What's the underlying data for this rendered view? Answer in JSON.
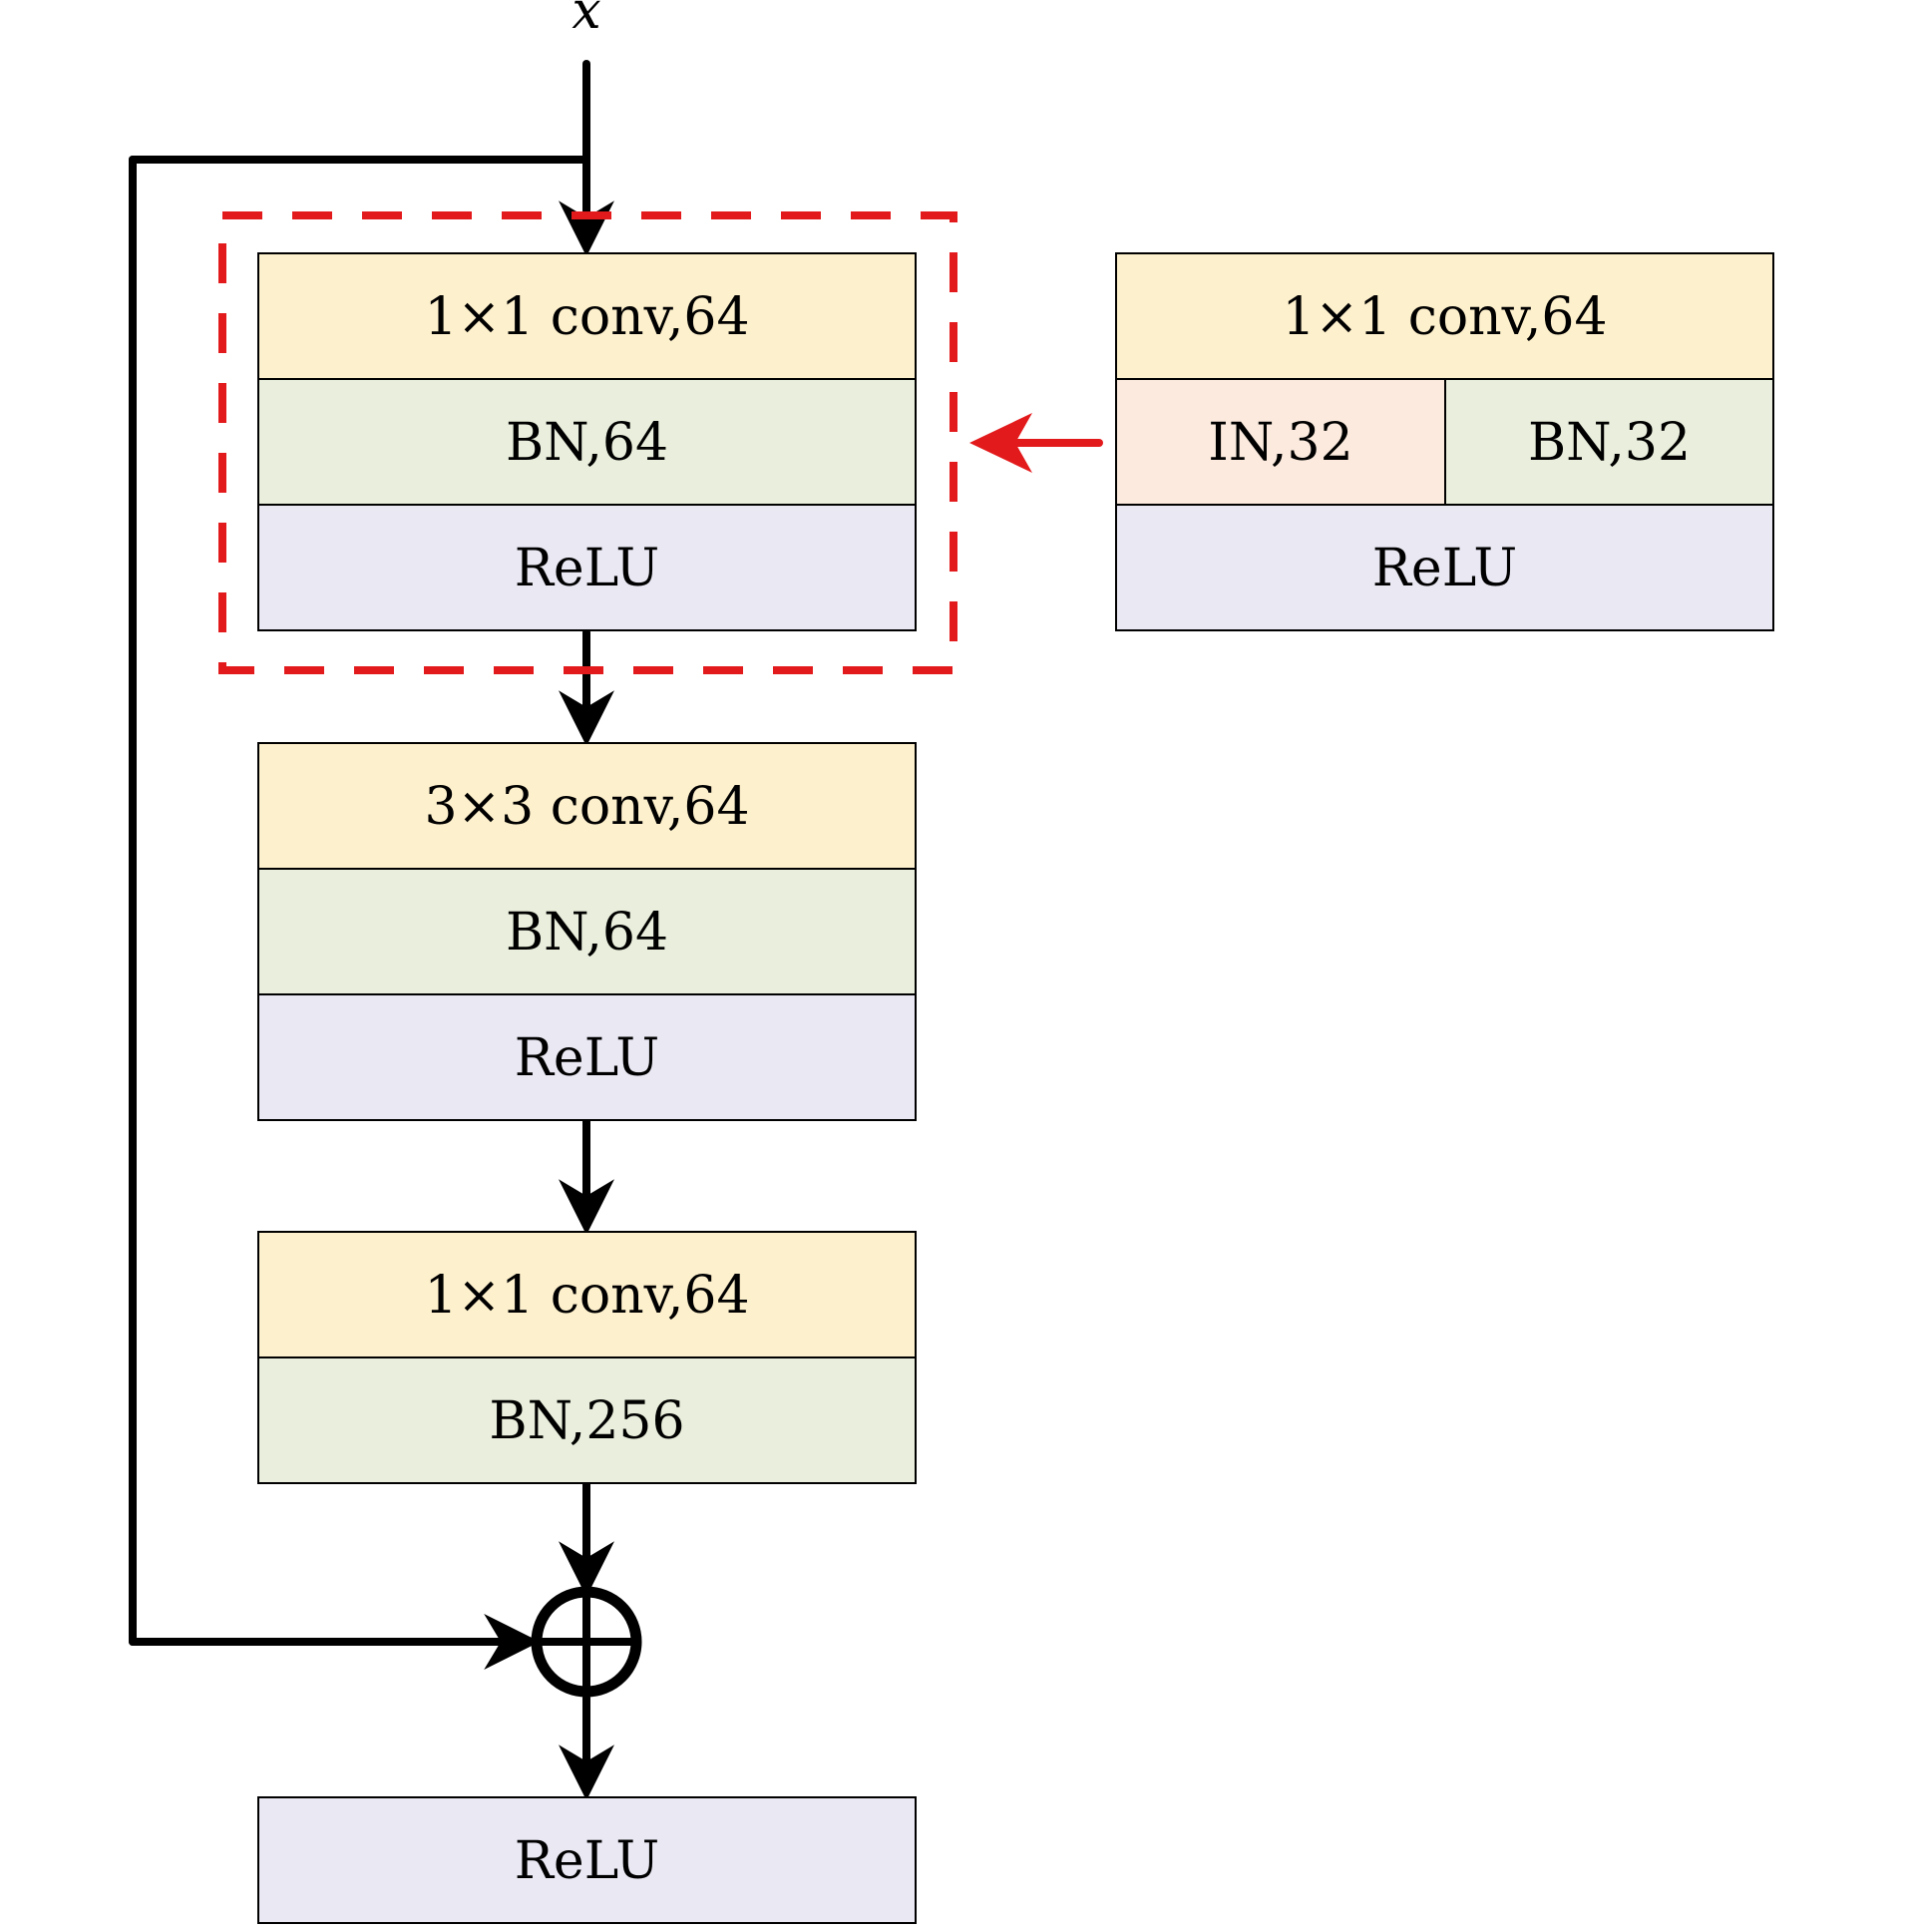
{
  "input_label": "x",
  "colors": {
    "conv": "#fdf0cc",
    "bn": "#e9efdc",
    "relu": "#e9e8f3",
    "in": "#fbeadd",
    "highlight": "#e31a1c",
    "line": "#000000"
  },
  "main_blocks": [
    {
      "layers": [
        {
          "type": "conv",
          "label": "1×1 conv,64"
        },
        {
          "type": "bn",
          "label": "BN,64"
        },
        {
          "type": "relu",
          "label": "ReLU"
        }
      ]
    },
    {
      "layers": [
        {
          "type": "conv",
          "label": "3×3 conv,64"
        },
        {
          "type": "bn",
          "label": "BN,64"
        },
        {
          "type": "relu",
          "label": "ReLU"
        }
      ]
    },
    {
      "layers": [
        {
          "type": "conv",
          "label": "1×1 conv,64"
        },
        {
          "type": "bn",
          "label": "BN,256"
        }
      ]
    },
    {
      "layers": [
        {
          "type": "relu",
          "label": "ReLU"
        }
      ]
    }
  ],
  "replacement_block": {
    "top": {
      "type": "conv",
      "label": "1×1 conv,64"
    },
    "split": [
      {
        "type": "in",
        "label": "IN,32"
      },
      {
        "type": "bn",
        "label": "BN,32"
      }
    ],
    "bottom": {
      "type": "relu",
      "label": "ReLU"
    }
  },
  "sum_node": "⊕"
}
